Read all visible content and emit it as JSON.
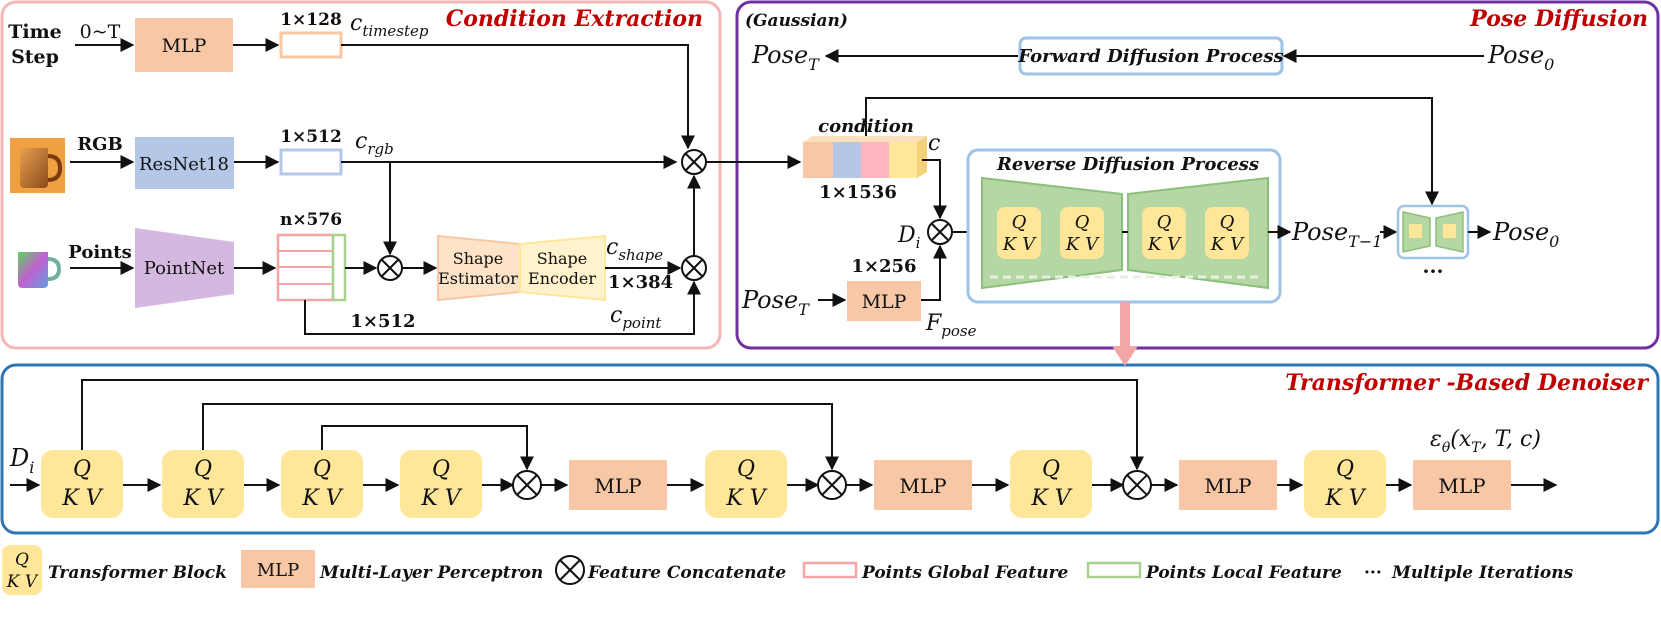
{
  "sections": {
    "condition_extraction": "Condition Extraction",
    "pose_diffusion": "Pose Diffusion",
    "denoiser": "Transformer -Based Denoiser",
    "gaussian": "(Gaussian)"
  },
  "cond": {
    "time_step": [
      "Time",
      "Step"
    ],
    "range": "0~T",
    "mlp": "MLP",
    "dim128": "1×128",
    "c_timestep": "c",
    "c_timestep_sub": "timestep",
    "rgb": "RGB",
    "resnet": "ResNet18",
    "dim512a": "1×512",
    "c_rgb": "c",
    "c_rgb_sub": "rgb",
    "points": "Points",
    "pointnet": "PointNet",
    "n576": "n×576",
    "shape_estimator": [
      "Shape",
      "Estimator"
    ],
    "shape_encoder": [
      "Shape",
      "Encoder"
    ],
    "c_shape": "c",
    "c_shape_sub": "shape",
    "dim384": "1×384",
    "dim512b": "1×512",
    "c_point": "c",
    "c_point_sub": "point"
  },
  "pose": {
    "pose_t": "Pose",
    "pose_t_sub": "T",
    "forward": "Forward Diffusion Process",
    "pose_0": "Pose",
    "pose_0_sub": "0",
    "condition": "condition",
    "c": "c",
    "dim1536": "1×1536",
    "reverse": "Reverse Diffusion Process",
    "d_i": "D",
    "d_i_sub": "i",
    "dim256": "1×256",
    "mlp": "MLP",
    "pose_in": "Pose",
    "pose_in_sub": "T",
    "f_pose": "F",
    "f_pose_sub": "pose",
    "pose_tm1": "Pose",
    "pose_tm1_sub": "T−1",
    "pose_out": "Pose",
    "pose_out_sub": "0",
    "dots": "···"
  },
  "qkv": {
    "q": "Q",
    "kv": "K V"
  },
  "den": {
    "d_i": "D",
    "d_i_sub": "i",
    "mlp": "MLP",
    "eps": "ε",
    "eps_sub": "θ",
    "eps_args": "(x",
    "eps_args_sub": "T",
    "eps_rest": ", T, c)"
  },
  "legend": {
    "transformer": "Transformer Block",
    "mlp_box": "MLP",
    "mlp": "Multi-Layer Perceptron",
    "concat": "Feature Concatenate",
    "global": "Points Global Feature",
    "local": "Points Local Feature",
    "dots": "···",
    "iterations": "Multiple Iterations"
  },
  "colors": {
    "cond_border": "#f4b6b6",
    "pose_border": "#7030a0",
    "den_border": "#2e75b6",
    "title_red": "#c00000",
    "mlp": "#f7c7a6",
    "resnet": "#b4c7e7",
    "pointnet": "#d5b8e0",
    "qkv": "#ffe699",
    "shape": "#fde3c8",
    "green": "#a9d18e",
    "reverse_border": "#9dc3e6"
  }
}
